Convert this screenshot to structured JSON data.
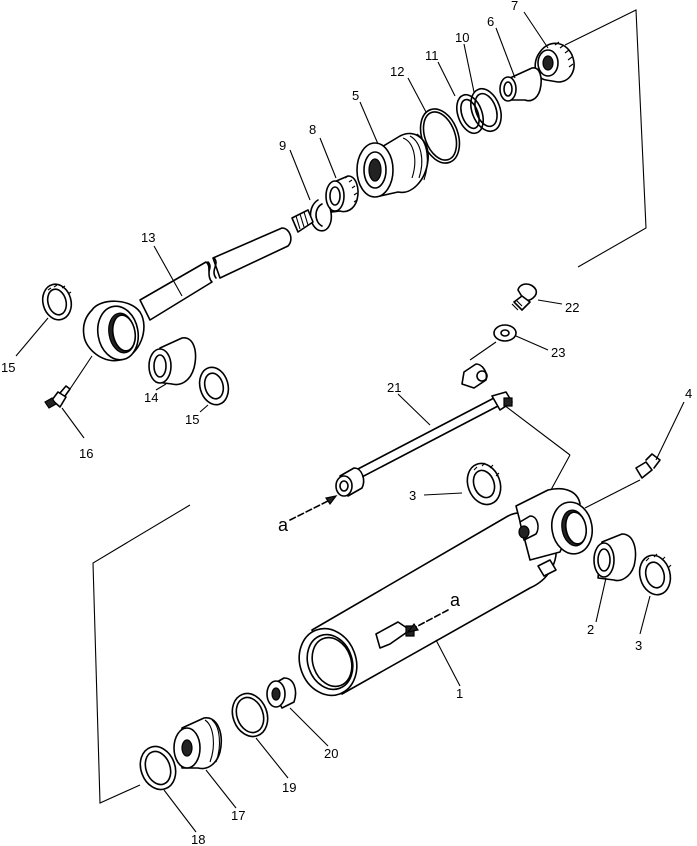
{
  "diagram": {
    "callouts": {
      "p1": "1",
      "p2": "2",
      "p3a": "3",
      "p3b": "3",
      "p4": "4",
      "p5": "5",
      "p6": "6",
      "p7": "7",
      "p8": "8",
      "p9": "9",
      "p10": "10",
      "p11": "11",
      "p12": "12",
      "p13": "13",
      "p14": "14",
      "p15a": "15",
      "p15b": "15",
      "p16": "16",
      "p17": "17",
      "p18": "18",
      "p19": "19",
      "p20": "20",
      "p21": "21",
      "p22": "22",
      "p23": "23",
      "ref_a1": "a",
      "ref_a2": "a"
    }
  }
}
